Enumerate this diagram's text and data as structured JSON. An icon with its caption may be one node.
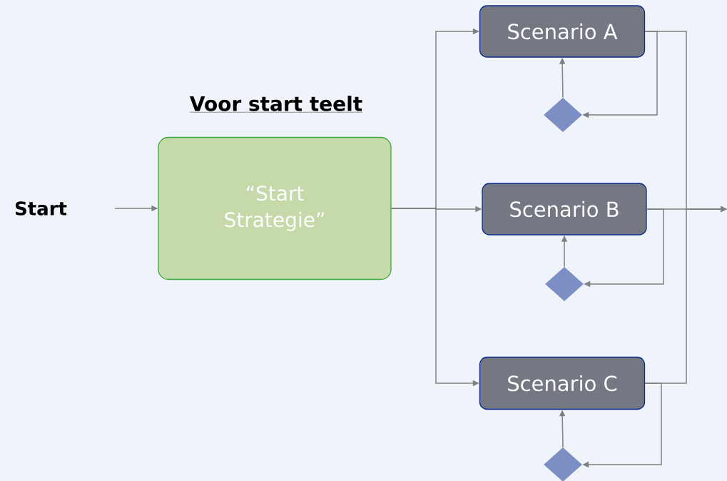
{
  "diagram": {
    "nodes": [
      {
        "text": [
          "Start"
        ]
      },
      {
        "text": [
          "Voor start teelt",
          "“Start Strategie”"
        ]
      },
      {
        "text": [
          "Scenario A"
        ]
      },
      {
        "text": [],
        "shape": "diamond"
      },
      {
        "text": [
          "Scenario B"
        ]
      },
      {
        "text": [],
        "shape": "diamond"
      },
      {
        "text": [
          "Scenario C"
        ]
      },
      {
        "text": [],
        "shape": "diamond"
      }
    ],
    "edges": [
      {
        "from": 0,
        "to": 1,
        "arrow": "to"
      },
      {
        "from": 1,
        "to": 2,
        "arrow": "to"
      },
      {
        "from": 1,
        "to": 4,
        "arrow": "to"
      },
      {
        "from": 1,
        "to": 6,
        "arrow": "to"
      },
      {
        "from": 2,
        "to": 3,
        "arrow": "to"
      },
      {
        "from": 3,
        "to": 2,
        "arrow": "to"
      },
      {
        "from": 4,
        "to": 5,
        "arrow": "to"
      },
      {
        "from": 5,
        "to": 4,
        "arrow": "to"
      },
      {
        "from": 6,
        "to": 7,
        "arrow": "to"
      },
      {
        "from": 7,
        "to": 6,
        "arrow": "to"
      },
      {
        "from": 2,
        "to": null,
        "arrow": "to"
      },
      {
        "from": 4,
        "to": null,
        "arrow": "to"
      },
      {
        "from": 6,
        "to": null,
        "arrow": "to"
      }
    ]
  }
}
